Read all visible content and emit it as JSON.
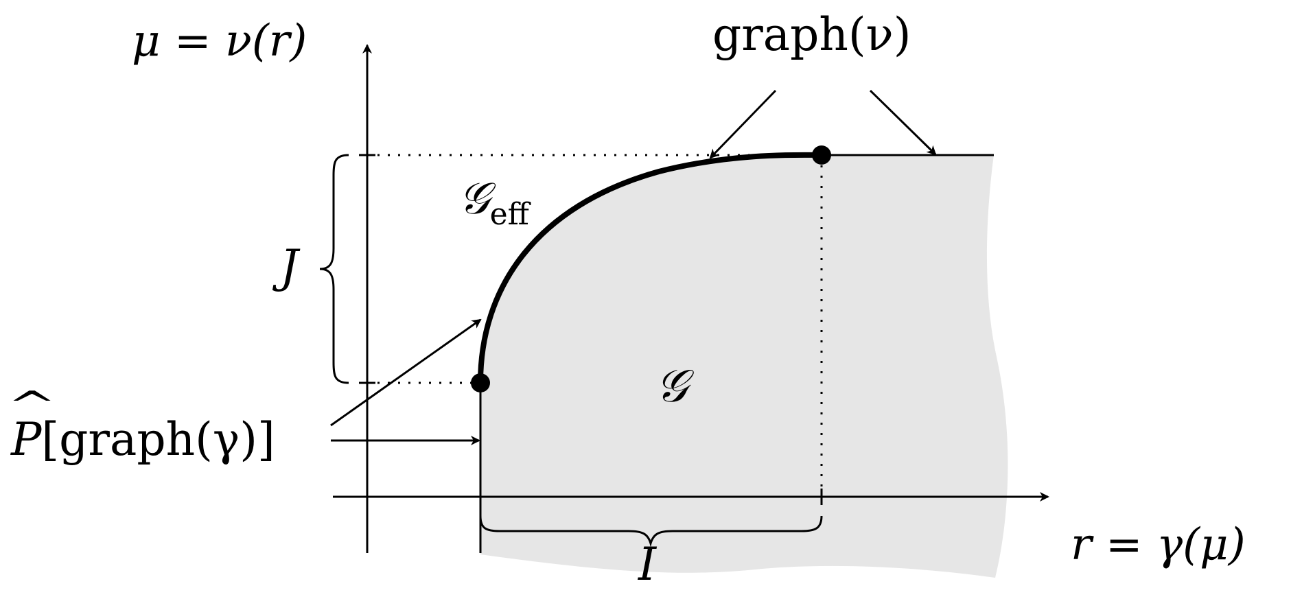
{
  "labels": {
    "y_axis_label": "μ = ν(r)",
    "x_axis_label": "r = γ(μ)",
    "graph_nu": "graph(ν)",
    "g_eff_symbol": "𝒢",
    "g_eff_subscript": "eff",
    "g_region": "𝒢",
    "j_label": "J",
    "i_label": "I",
    "p_hat_letter": "P",
    "p_hat_accent": "^",
    "p_hat_rest": "[graph(γ)]"
  },
  "colors": {
    "region_fill": "#e6e6e6",
    "ink": "#000000"
  }
}
